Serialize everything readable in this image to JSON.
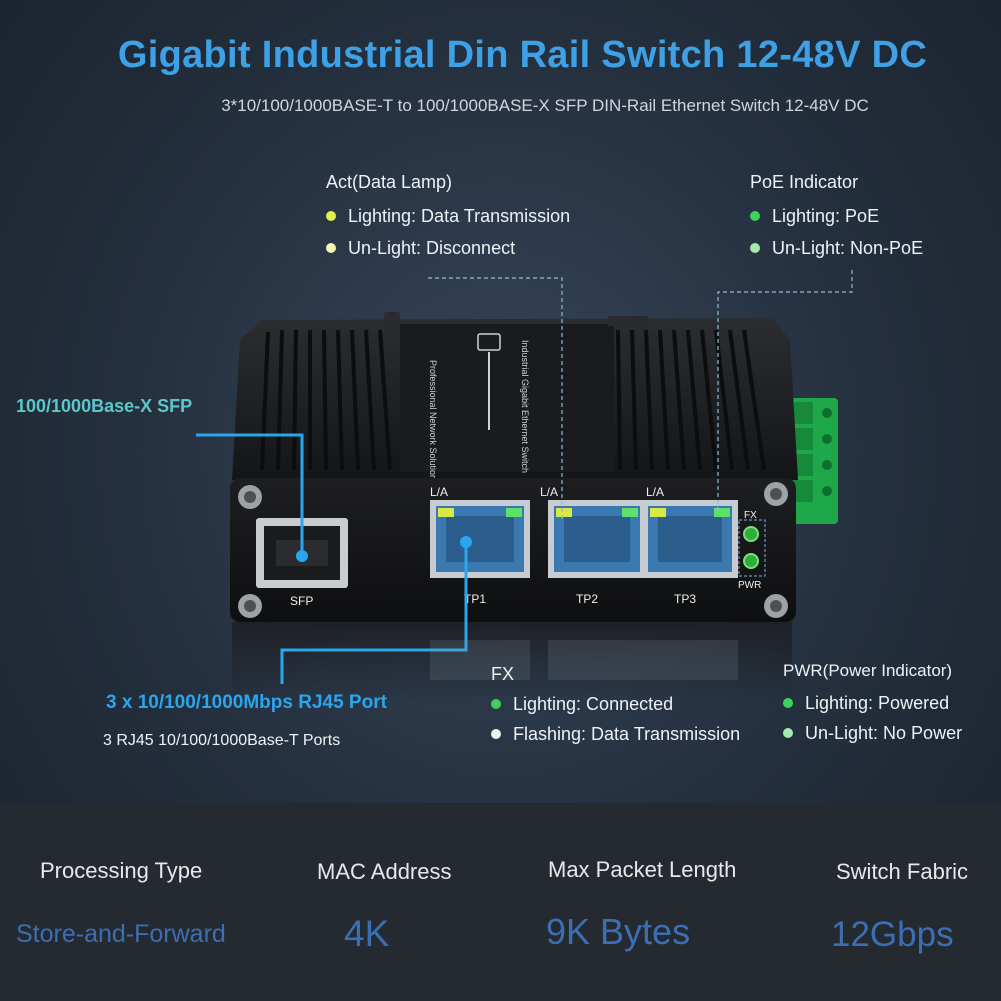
{
  "header": {
    "title": "Gigabit Industrial Din Rail Switch 12-48V DC",
    "subtitle": "3*10/100/1000BASE-T to 100/1000BASE-X SFP DIN-Rail Ethernet Switch 12-48V DC"
  },
  "act": {
    "heading": "Act(Data Lamp)",
    "items": [
      "Lighting: Data Transmission",
      "Un-Light: Disconnect"
    ],
    "dot_color": "#d9e84a"
  },
  "poe": {
    "heading": "PoE Indicator",
    "items": [
      "Lighting: PoE",
      "Un-Light: Non-PoE"
    ],
    "dot_color": "#3fd25a"
  },
  "sfp_label": "100/1000Base-X SFP",
  "rj45": {
    "label": "3 x 10/100/1000Mbps RJ45 Port",
    "sub": "3 RJ45 10/100/1000Base-T Ports"
  },
  "fx": {
    "heading": "FX",
    "items": [
      "Lighting: Connected",
      "Flashing: Data Transmission"
    ]
  },
  "pwr": {
    "heading": "PWR(Power Indicator)",
    "items": [
      "Lighting: Powered",
      "Un-Light: No Power"
    ]
  },
  "device": {
    "port_labels": [
      "L/A",
      "L/A",
      "L/A"
    ],
    "ports": [
      "TP1",
      "TP2",
      "TP3"
    ],
    "sfp": "SFP",
    "fx_led": "FX",
    "pwr_led": "PWR",
    "top_text_1": "Industrial Gigabit Ethernet Switch",
    "top_text_2": "Professional Network Solution"
  },
  "specs": [
    {
      "name": "Processing Type",
      "value": "Store-and-Forward"
    },
    {
      "name": "MAC Address",
      "value": "4K"
    },
    {
      "name": "Max Packet Length",
      "value": "9K Bytes"
    },
    {
      "name": "Switch Fabric",
      "value": "12Gbps"
    }
  ]
}
